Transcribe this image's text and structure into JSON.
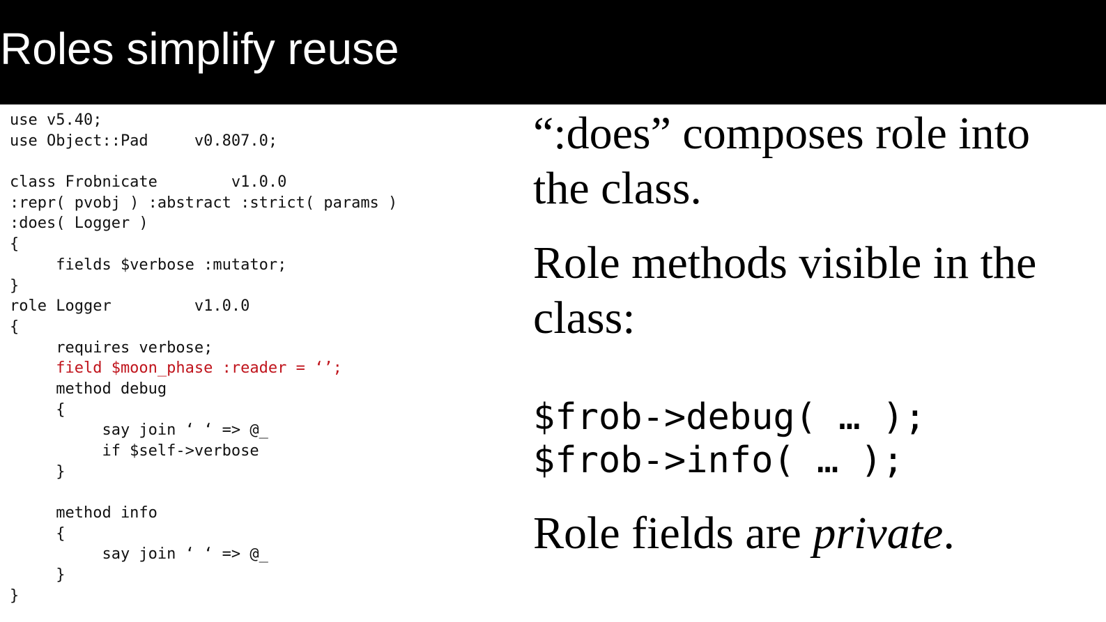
{
  "slide": {
    "title": "Roles simplify reuse",
    "code_lines": [
      "use v5.40;",
      "use Object::Pad     v0.807.0;",
      "",
      "class Frobnicate        v1.0.0",
      ":repr( pvobj ) :abstract :strict( params )",
      ":does( Logger )",
      "{",
      "     fields $verbose :mutator;",
      "}",
      "role Logger         v1.0.0",
      "{",
      "     requires verbose;",
      "     field $moon_phase :reader = ‘’;",
      "     method debug",
      "     {",
      "          say join ‘ ‘ => @_",
      "          if $self->verbose",
      "     }",
      "",
      "     method info",
      "     {",
      "          say join ‘ ‘ => @_",
      "     }",
      "}"
    ],
    "highlight_color": "#c0141c",
    "right": {
      "p1": "“:does” composes role into the class.",
      "p2": "Role methods visible in the class:",
      "calls": [
        "$frob->debug( … );",
        "$frob->info( … );"
      ],
      "p3_prefix": "Role fields are ",
      "p3_emphasis": "private",
      "p3_suffix": "."
    }
  }
}
